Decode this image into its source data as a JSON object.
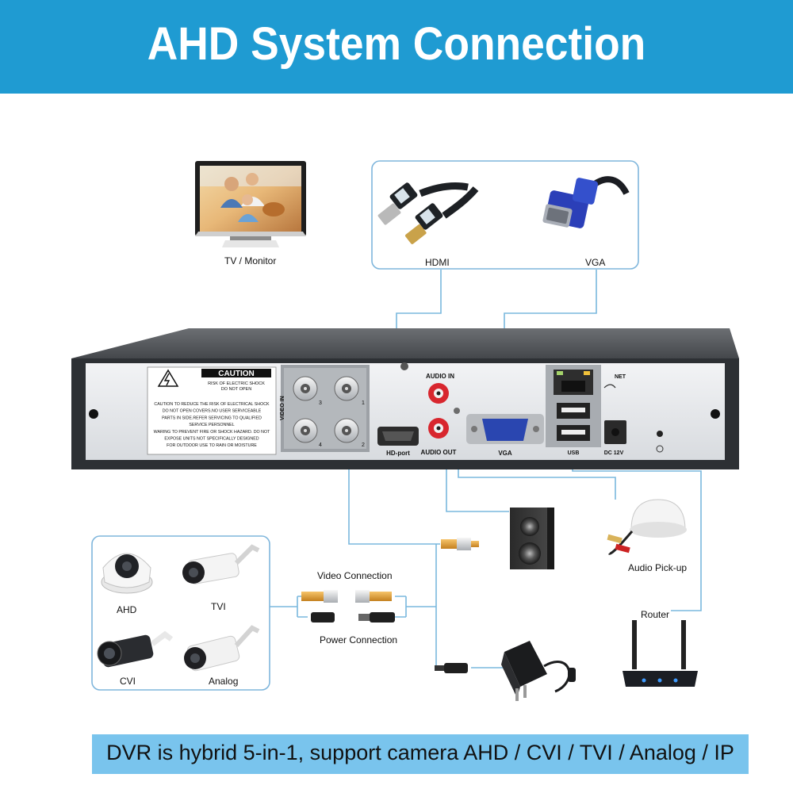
{
  "title": "AHD System Connection",
  "labels": {
    "tv_monitor": "TV / Monitor",
    "hdmi": "HDMI",
    "vga": "VGA",
    "audio_pickup": "Audio Pick-up",
    "router": "Router",
    "video_connection": "Video Connection",
    "power_connection": "Power Connection",
    "ahd": "AHD",
    "tvi": "TVI",
    "cvi": "CVI",
    "analog": "Analog"
  },
  "panel": {
    "caution_title": "CAUTION",
    "caution_sub1": "RISK OF ELECTRIC SHOCK",
    "caution_sub2": "DO NOT OPEN",
    "warning_lines": [
      "CAUTION TO REDUCE THE RISK OF ELECTRICAL SHOCK",
      "DO NOT OPEN COVERS.NO USER SERVICEABLE",
      "PARTS IN SIDE.REFER SERVICING TO QUALIFIED",
      "SERVICE PERSONNEL",
      "WARING TO PREVENT FIRE OR SHOCK HAZARD. DO NOT",
      "EXPOSE UNITS NOT SPECIFICALLY DESIGNED",
      "FOR OUTDOOR USE TO RAIN OR MOISTURE"
    ],
    "video_in": "VIDEO IN",
    "ch1": "1",
    "ch2": "2",
    "ch3": "3",
    "ch4": "4",
    "hd_port": "HD-port",
    "audio_in": "AUDIO IN",
    "audio_out": "AUDIO OUT",
    "vga_port": "VGA",
    "net": "NET",
    "usb": "USB",
    "dc": "DC 12V"
  },
  "footer": "DVR is hybrid 5-in-1, support camera AHD / CVI / TVI / Analog / IP",
  "colors": {
    "banner": "#1f9bd2",
    "footer": "#79c4ed",
    "box_border": "#7fb6dc",
    "wire": "#7ab8de"
  }
}
